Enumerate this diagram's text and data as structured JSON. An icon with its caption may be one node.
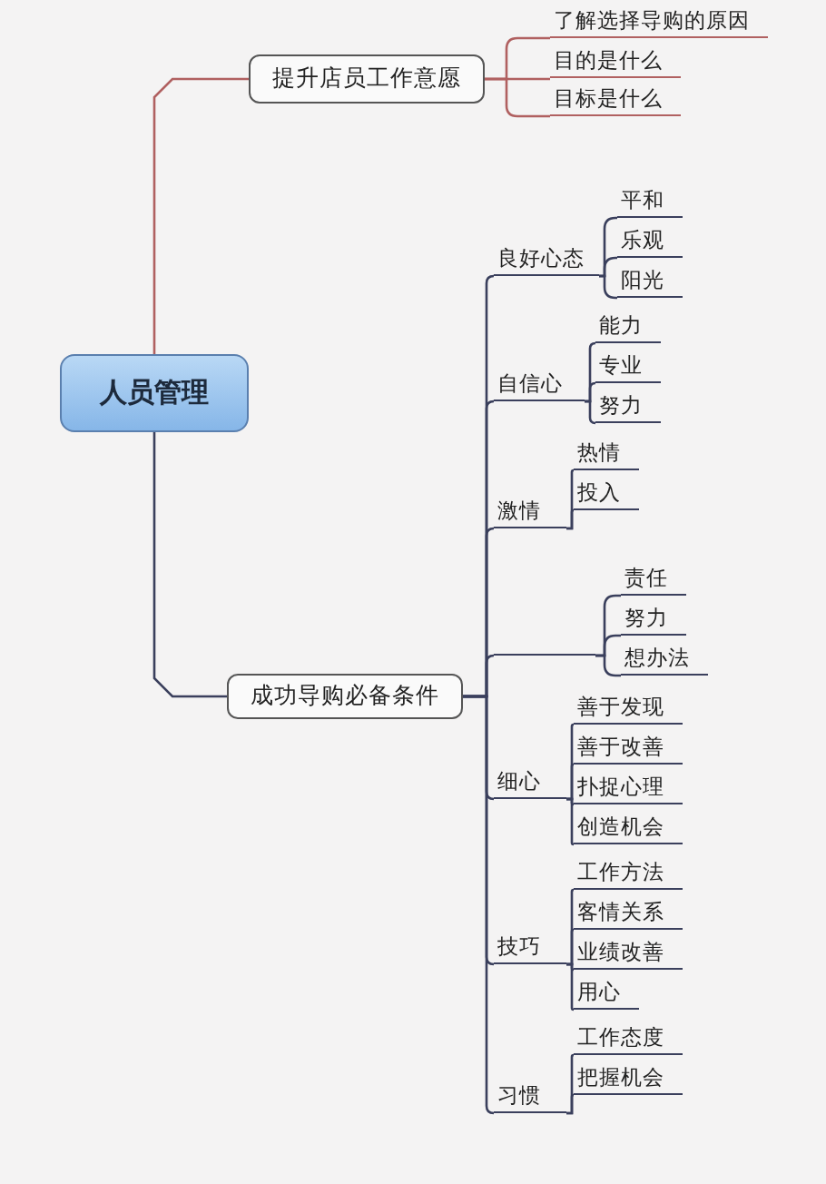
{
  "diagram": {
    "nodes": [
      {
        "text": [
          "人员管理"
        ]
      },
      {
        "text": [
          "提升店员工作意愿"
        ]
      },
      {
        "text": [
          "了解选择导购的原因"
        ]
      },
      {
        "text": [
          "目的是什么"
        ]
      },
      {
        "text": [
          "目标是什么"
        ]
      },
      {
        "text": [
          "成功导购必备条件"
        ]
      },
      {
        "text": [
          "良好心态"
        ]
      },
      {
        "text": [
          "平和"
        ]
      },
      {
        "text": [
          "乐观"
        ]
      },
      {
        "text": [
          "阳光"
        ]
      },
      {
        "text": [
          "自信心"
        ]
      },
      {
        "text": [
          "能力"
        ]
      },
      {
        "text": [
          "专业"
        ]
      },
      {
        "text": [
          "努力"
        ]
      },
      {
        "text": [
          "激情"
        ]
      },
      {
        "text": [
          "热情"
        ]
      },
      {
        "text": [
          "投入"
        ]
      },
      {
        "text": [],
        "shape": "bar"
      },
      {
        "text": [
          "责任"
        ]
      },
      {
        "text": [
          "努力"
        ]
      },
      {
        "text": [
          "想办法"
        ]
      },
      {
        "text": [
          "细心"
        ]
      },
      {
        "text": [
          "善于发现"
        ]
      },
      {
        "text": [
          "善于改善"
        ]
      },
      {
        "text": [
          "扑捉心理"
        ]
      },
      {
        "text": [
          "创造机会"
        ]
      },
      {
        "text": [
          "技巧"
        ]
      },
      {
        "text": [
          "工作方法"
        ]
      },
      {
        "text": [
          "客情关系"
        ]
      },
      {
        "text": [
          "业绩改善"
        ]
      },
      {
        "text": [
          "用心"
        ]
      },
      {
        "text": [
          "习惯"
        ]
      },
      {
        "text": [
          "工作态度"
        ]
      },
      {
        "text": [
          "把握机会"
        ]
      }
    ],
    "edges": [
      {
        "from": 0,
        "to": 1,
        "arrow": "none",
        "color": "#b06060"
      },
      {
        "from": 1,
        "to": 2,
        "arrow": "none",
        "color": "#b06060"
      },
      {
        "from": 1,
        "to": 3,
        "arrow": "none",
        "color": "#b06060"
      },
      {
        "from": 1,
        "to": 4,
        "arrow": "none",
        "color": "#b06060"
      },
      {
        "from": 0,
        "to": 5,
        "arrow": "none"
      },
      {
        "from": 5,
        "to": 6,
        "arrow": "none"
      },
      {
        "from": 6,
        "to": 7,
        "arrow": "none"
      },
      {
        "from": 6,
        "to": 8,
        "arrow": "none"
      },
      {
        "from": 6,
        "to": 9,
        "arrow": "none"
      },
      {
        "from": 5,
        "to": 10,
        "arrow": "none"
      },
      {
        "from": 10,
        "to": 11,
        "arrow": "none"
      },
      {
        "from": 10,
        "to": 12,
        "arrow": "none"
      },
      {
        "from": 10,
        "to": 13,
        "arrow": "none"
      },
      {
        "from": 5,
        "to": 14,
        "arrow": "none"
      },
      {
        "from": 14,
        "to": 15,
        "arrow": "none"
      },
      {
        "from": 14,
        "to": 16,
        "arrow": "none"
      },
      {
        "from": 5,
        "to": 17,
        "arrow": "none"
      },
      {
        "from": 17,
        "to": 18,
        "arrow": "none"
      },
      {
        "from": 17,
        "to": 19,
        "arrow": "none"
      },
      {
        "from": 17,
        "to": 20,
        "arrow": "none"
      },
      {
        "from": 5,
        "to": 21,
        "arrow": "none"
      },
      {
        "from": 21,
        "to": 22,
        "arrow": "none"
      },
      {
        "from": 21,
        "to": 23,
        "arrow": "none"
      },
      {
        "from": 21,
        "to": 24,
        "arrow": "none"
      },
      {
        "from": 21,
        "to": 25,
        "arrow": "none"
      },
      {
        "from": 5,
        "to": 26,
        "arrow": "none"
      },
      {
        "from": 26,
        "to": 27,
        "arrow": "none"
      },
      {
        "from": 26,
        "to": 28,
        "arrow": "none"
      },
      {
        "from": 26,
        "to": 29,
        "arrow": "none"
      },
      {
        "from": 26,
        "to": 30,
        "arrow": "none"
      },
      {
        "from": 5,
        "to": 31,
        "arrow": "none"
      },
      {
        "from": 31,
        "to": 32,
        "arrow": "none"
      },
      {
        "from": 31,
        "to": 33,
        "arrow": "none"
      }
    ]
  }
}
